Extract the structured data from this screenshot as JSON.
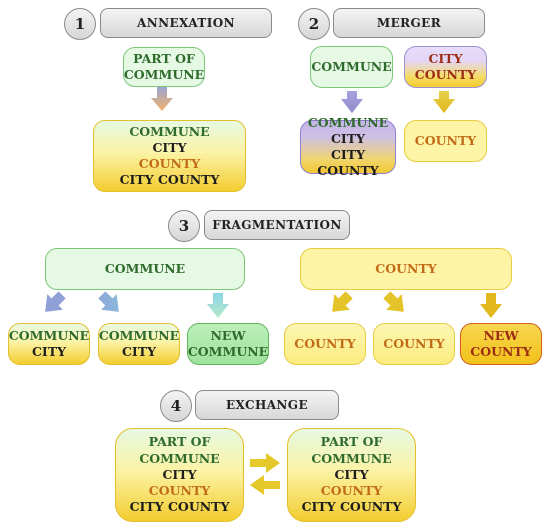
{
  "sections": {
    "annexation": {
      "num": "1",
      "title": "ANNEXATION"
    },
    "merger": {
      "num": "2",
      "title": "MERGER"
    },
    "fragmentation": {
      "num": "3",
      "title": "FRAGMENTATION"
    },
    "exchange": {
      "num": "4",
      "title": "EXCHANGE"
    }
  },
  "annexation": {
    "source": [
      "PART OF",
      "COMMUNE"
    ],
    "target": [
      "COMMUNE",
      "CITY",
      "COUNTY",
      "CITY COUNTY"
    ]
  },
  "merger": {
    "source_left": "COMMUNE",
    "source_right": [
      "CITY",
      "COUNTY"
    ],
    "target_left": [
      "COMMUNE",
      "CITY",
      "CITY COUNTY"
    ],
    "target_right": "COUNTY"
  },
  "fragmentation": {
    "commune": "COMMUNE",
    "county": "COUNTY",
    "commune_parts": [
      [
        "COMMUNE",
        "CITY"
      ],
      [
        "COMMUNE",
        "CITY"
      ],
      [
        "NEW",
        "COMMUNE"
      ]
    ],
    "county_parts": [
      "COUNTY",
      "COUNTY",
      [
        "NEW",
        "COUNTY"
      ]
    ]
  },
  "exchange": {
    "left": [
      "PART OF",
      "COMMUNE",
      "CITY",
      "COUNTY",
      "CITY COUNTY"
    ],
    "right": [
      "PART OF",
      "COMMUNE",
      "CITY",
      "COUNTY",
      "CITY COUNTY"
    ]
  },
  "colors": {
    "green_text": "#2f6b2d",
    "orange_text": "#c26b17",
    "red_text": "#9c2d14",
    "yellow": "#f3cd2f",
    "green": "#9fe39c"
  }
}
